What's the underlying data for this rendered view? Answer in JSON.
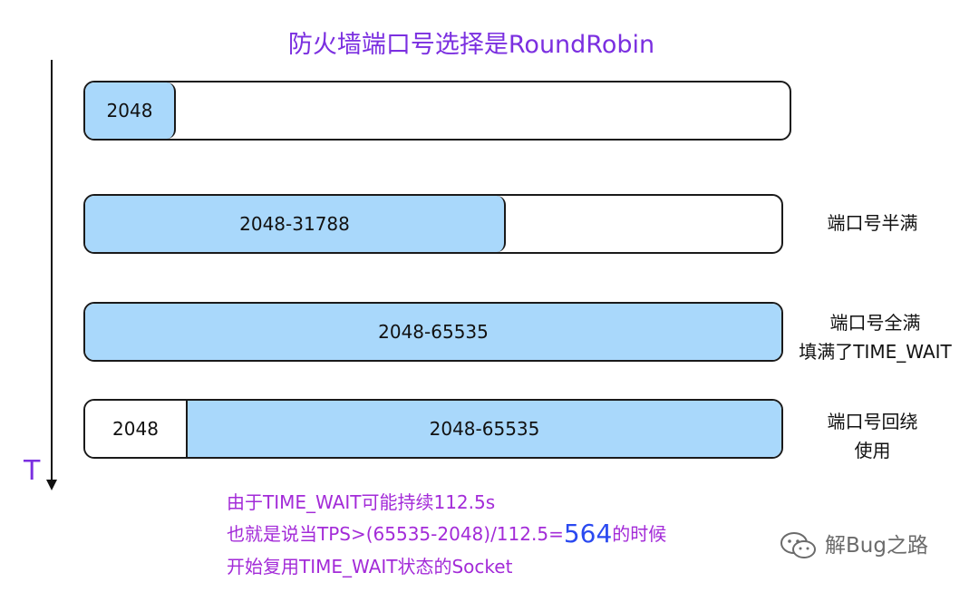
{
  "title": "防火墙端口号选择是RoundRobin",
  "axis": {
    "label": "T"
  },
  "bars": [
    {
      "segments": [
        "2048"
      ]
    },
    {
      "segments": [
        "2048-31788"
      ],
      "note": "端口号半满"
    },
    {
      "segments": [
        "2048-65535"
      ],
      "note_lines": [
        "端口号全满",
        "填满了TIME_WAIT"
      ]
    },
    {
      "segments": [
        "2048",
        "2048-65535"
      ],
      "note_lines": [
        "端口号回绕",
        "使用"
      ]
    }
  ],
  "notes": {
    "line1": "由于TIME_WAIT可能持续112.5s",
    "line2_prefix": "也就是说当TPS>(65535-2048)/112.5=",
    "line2_value": "564",
    "line2_suffix": "的时候",
    "line3": "开始复用TIME_WAIT状态的Socket"
  },
  "watermark": {
    "icon": "wechat-icon",
    "text": "解Bug之路"
  },
  "colors": {
    "title": "#7b2fe0",
    "segment_fill": "#a9d8fb",
    "note_text": "#a32bd8",
    "highlight": "#2a49f0"
  }
}
